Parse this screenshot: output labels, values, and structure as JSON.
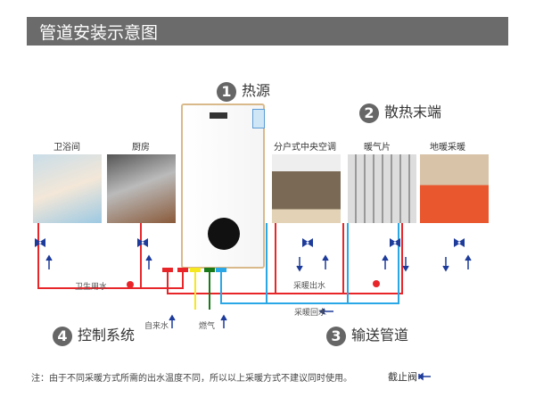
{
  "header": {
    "title": "管道安装示意图"
  },
  "sections": [
    {
      "num": "1",
      "label": "热源"
    },
    {
      "num": "2",
      "label": "散热末端"
    },
    {
      "num": "3",
      "label": "输送管道"
    },
    {
      "num": "4",
      "label": "控制系统"
    }
  ],
  "terminals": [
    "卫浴间",
    "厨房",
    "分户式中央空调",
    "暖气片",
    "地暖采暖"
  ],
  "pipes": {
    "sanitary": "卫生用水",
    "heat_out": "采暖出水",
    "heat_return": "采暖回水",
    "tap_water": "自来水",
    "gas": "燃气"
  },
  "legend": {
    "valve": "截止阀"
  },
  "note": "注：由于不同采暖方式所需的出水温度不同，所以以上采暖方式不建议同时使用。",
  "colors": {
    "hot": "#e8262a",
    "cold": "#2aa7e6",
    "tap": "#f5e81e",
    "gas": "#1a7a1a",
    "arrow": "#1d3b9a"
  }
}
